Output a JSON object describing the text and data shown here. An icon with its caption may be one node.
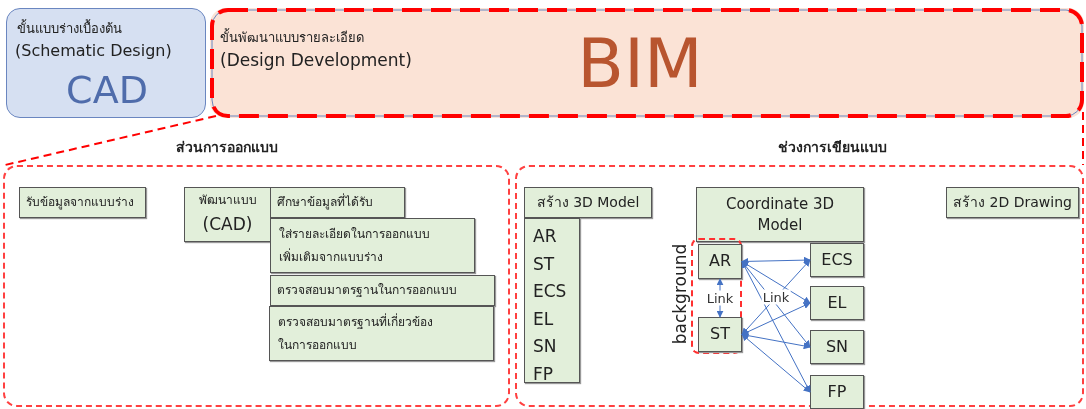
{
  "diagram": {
    "nodes": [
      {
        "text": [
          "ขั้นแบบร่างเบื้องต้น",
          "(Schematic Design)",
          "CAD"
        ]
      },
      {
        "text": [
          "ขั้นพัฒนาแบบรายละเอียด",
          "(Design Development)",
          "BIM"
        ]
      },
      {
        "text": [
          "ส่วนการออกแบบ"
        ]
      },
      {
        "text": [
          "ช่วงการเขียนแบบ"
        ]
      },
      {
        "text": [
          "รับข้อมูลจากแบบร่าง"
        ],
        "in": 2
      },
      {
        "text": [
          "พัฒนาแบบ",
          "(CAD)"
        ],
        "in": 2
      },
      {
        "text": [
          "ศึกษาข้อมูลที่ได้รับ"
        ],
        "in": 2
      },
      {
        "text": [
          "ใส่รายละเอียดในการออกแบบ เพิ่มเติมจากแบบร่าง"
        ],
        "in": 2
      },
      {
        "text": [
          "ตรวจสอบมาตรฐานในการออกแบบ"
        ],
        "in": 2
      },
      {
        "text": [
          "ตรวจสอบมาตรฐานที่เกี่ยวข้อง ในการออกแบบ"
        ],
        "in": 2
      },
      {
        "text": [
          "สร้าง 3D Model"
        ],
        "in": 3
      },
      {
        "text": [
          "AR",
          "ST",
          "ECS",
          "EL",
          "SN",
          "FP"
        ],
        "in": 3
      },
      {
        "text": [
          "Coordinate 3D Model"
        ],
        "in": 3
      },
      {
        "text": [
          "background"
        ],
        "in": 3
      },
      {
        "text": [
          "AR"
        ],
        "in": 13
      },
      {
        "text": [
          "ST"
        ],
        "in": 13
      },
      {
        "text": [
          "ECS"
        ],
        "in": 3
      },
      {
        "text": [
          "EL"
        ],
        "in": 3
      },
      {
        "text": [
          "SN"
        ],
        "in": 3
      },
      {
        "text": [
          "FP"
        ],
        "in": 3
      },
      {
        "text": [
          "สร้าง 2D Drawing"
        ],
        "in": 3
      }
    ],
    "edges": [
      {
        "from": 1,
        "to": 2,
        "arrow": "none",
        "style": "dashed",
        "color": "#ff0000"
      },
      {
        "from": 1,
        "to": 3,
        "arrow": "none",
        "style": "dashed",
        "color": "#ff0000"
      },
      {
        "from": 14,
        "to": 15,
        "arrow": "both",
        "label": "Link"
      },
      {
        "from": 14,
        "to": 16,
        "arrow": "both"
      },
      {
        "from": 14,
        "to": 17,
        "arrow": "both"
      },
      {
        "from": 14,
        "to": 18,
        "arrow": "both"
      },
      {
        "from": 14,
        "to": 19,
        "arrow": "both"
      },
      {
        "from": 15,
        "to": 16,
        "arrow": "both",
        "label": "Link"
      },
      {
        "from": 15,
        "to": 17,
        "arrow": "both"
      },
      {
        "from": 15,
        "to": 18,
        "arrow": "both"
      },
      {
        "from": 15,
        "to": 19,
        "arrow": "both"
      }
    ]
  }
}
